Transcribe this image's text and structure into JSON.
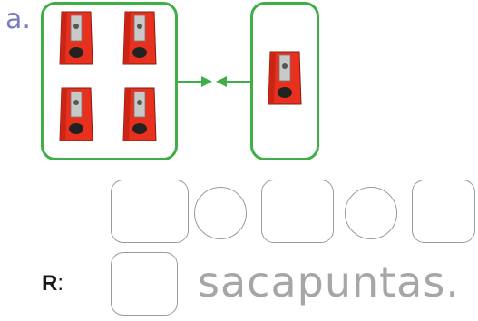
{
  "exercise": {
    "item_label": "a.",
    "left_group_count": 4,
    "right_group_count": 1,
    "object_icon": "pencil-sharpener-icon",
    "colors": {
      "box_border": "#3fae49",
      "sharpener_body": "#e8301e",
      "sharpener_blade": "#b5b5b5",
      "arrow": "#3fae49"
    }
  },
  "operation_row": {
    "slots": [
      "square",
      "circle",
      "square",
      "circle",
      "square"
    ]
  },
  "answer": {
    "prefix_bold": "R",
    "prefix_rest": ":",
    "unit": "sacapuntas."
  }
}
